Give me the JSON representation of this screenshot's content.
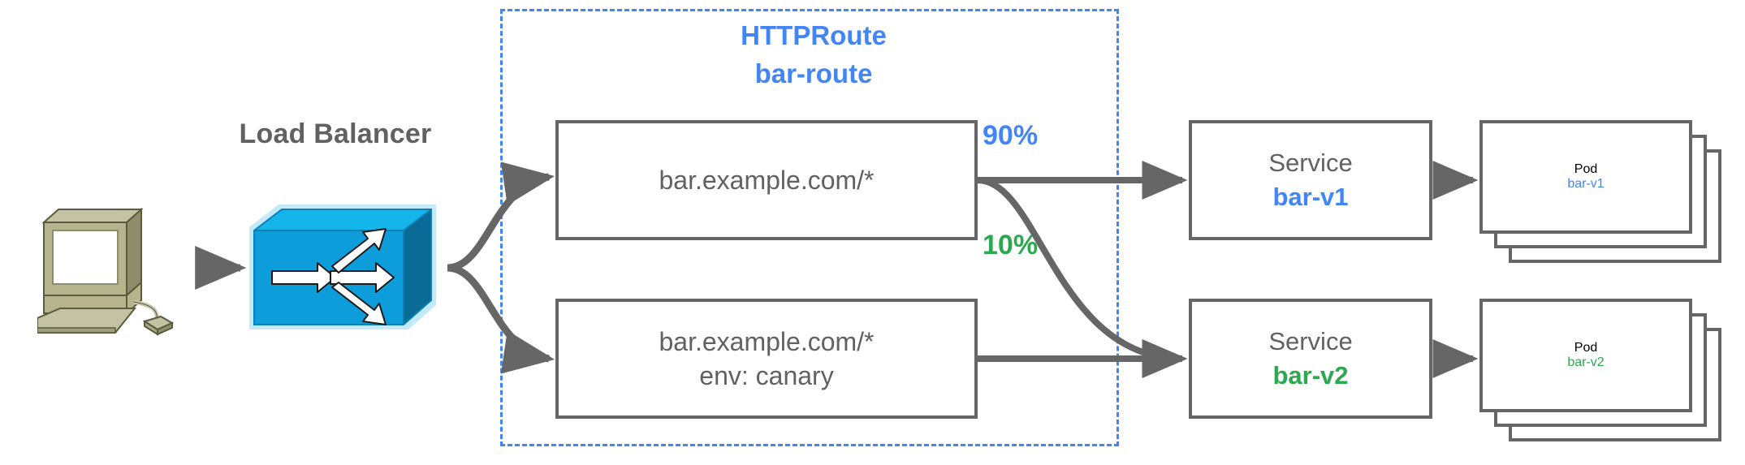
{
  "diagram": {
    "title_visible": false,
    "background": "#ffffff",
    "colors": {
      "blue": "#4285f4",
      "green": "#2ca84f",
      "gray_text": "#616161",
      "gray_stroke": "#666666",
      "switch_blue": "#0b9ddb",
      "computer_beige": "#b5b48c"
    }
  },
  "client": {
    "icon": "workstation-icon"
  },
  "load_balancer": {
    "label": "Load Balancer",
    "icon": "load-balancer-switch-icon"
  },
  "httproute": {
    "kind_label": "HTTPRoute",
    "name_label": "bar-route",
    "border_style": "dashed",
    "border_color": "#4285f4"
  },
  "matches": [
    {
      "id": "primary",
      "line1": "bar.example.com/*",
      "line2": ""
    },
    {
      "id": "canary",
      "line1": "bar.example.com/*",
      "line2": "env: canary"
    }
  ],
  "weights": [
    {
      "id": "primary",
      "value": "90%",
      "color": "#4285f4"
    },
    {
      "id": "canary",
      "value": "10%",
      "color": "#2ca84f"
    }
  ],
  "backends": [
    {
      "id": "v1",
      "service": {
        "kind": "Service",
        "name": "bar-v1",
        "color": "#4285f4"
      },
      "pod": {
        "kind": "Pod",
        "name": "bar-v1",
        "color": "#4285f4",
        "replicas": 3
      }
    },
    {
      "id": "v2",
      "service": {
        "kind": "Service",
        "name": "bar-v2",
        "color": "#2ca84f"
      },
      "pod": {
        "kind": "Pod",
        "name": "bar-v2",
        "color": "#2ca84f",
        "replicas": 3
      }
    }
  ]
}
